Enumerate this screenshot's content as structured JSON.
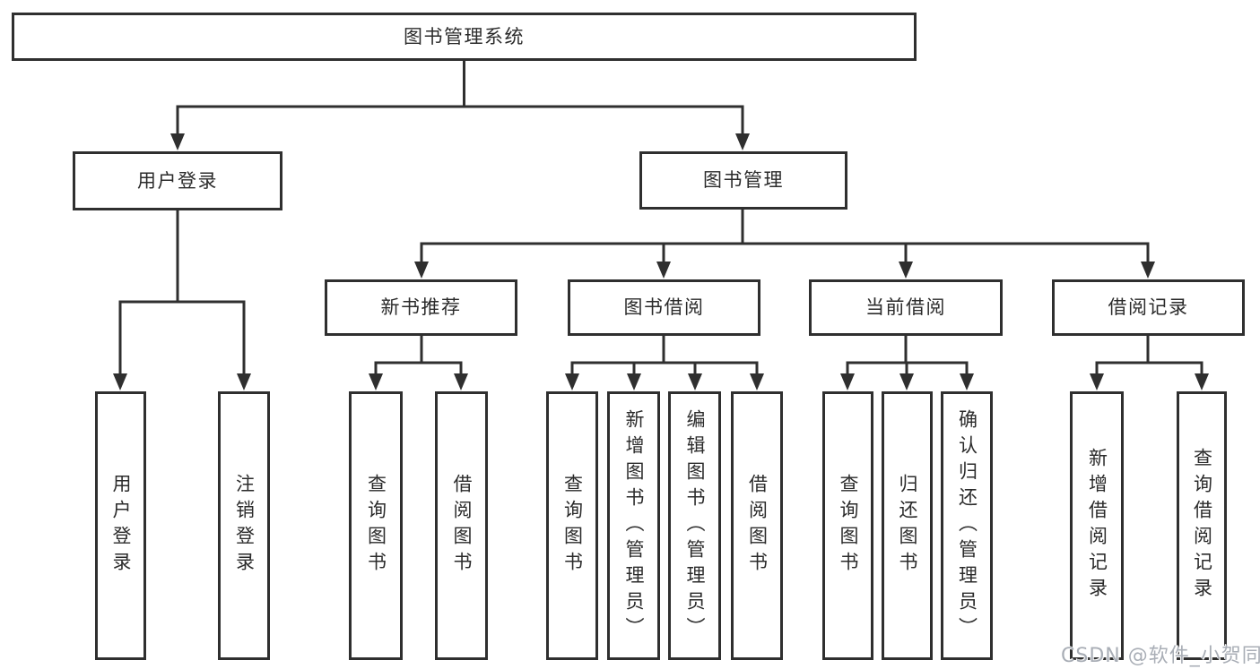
{
  "tree": {
    "root": "图书管理系统",
    "branches": [
      {
        "label": "用户登录",
        "leaves": [
          "用户登录",
          "注销登录"
        ]
      },
      {
        "label": "图书管理",
        "groups": [
          {
            "label": "新书推荐",
            "leaves": [
              "查询图书",
              "借阅图书"
            ]
          },
          {
            "label": "图书借阅",
            "leaves": [
              "查询图书",
              "新增图书（管理员）",
              "编辑图书（管理员）",
              "借阅图书"
            ]
          },
          {
            "label": "当前借阅",
            "leaves": [
              "查询图书",
              "归还图书",
              "确认归还（管理员）"
            ]
          },
          {
            "label": "借阅记录",
            "leaves": [
              "新增借阅记录",
              "查询借阅记录"
            ]
          }
        ]
      }
    ]
  },
  "watermark": {
    "text": "CSDN @软件_小贺同学"
  },
  "colors": {
    "line": "#2f2f2f",
    "background": "#ffffff",
    "watermark": "#a9aeb6"
  }
}
